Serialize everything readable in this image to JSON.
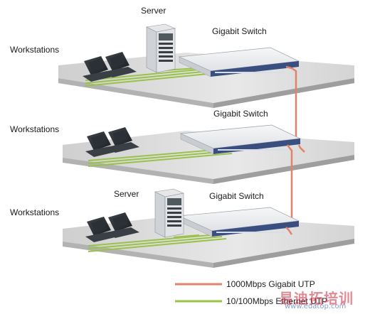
{
  "floors": [
    {
      "workstations_label": "Workstations",
      "switch_label": "Gigabit Switch",
      "server_label": "Server"
    },
    {
      "workstations_label": "Workstations",
      "switch_label": "Gigabit Switch"
    },
    {
      "workstations_label": "Workstations",
      "switch_label": "Gigabit Switch",
      "server_label": "Server"
    }
  ],
  "legend": {
    "gigabit": {
      "label": "1000Mbps Gigabit UTP",
      "color": "#e2826a"
    },
    "ethernet": {
      "label": "10/100Mbps Ethernet UTP",
      "color": "#9ac24a"
    }
  },
  "watermark": {
    "chinese": "易迪拓培训",
    "url": "www.edatop.com"
  },
  "colors": {
    "platform_top": "#dedede",
    "platform_side": "#aeaeae",
    "switch_body": "#eef0f2"
  }
}
